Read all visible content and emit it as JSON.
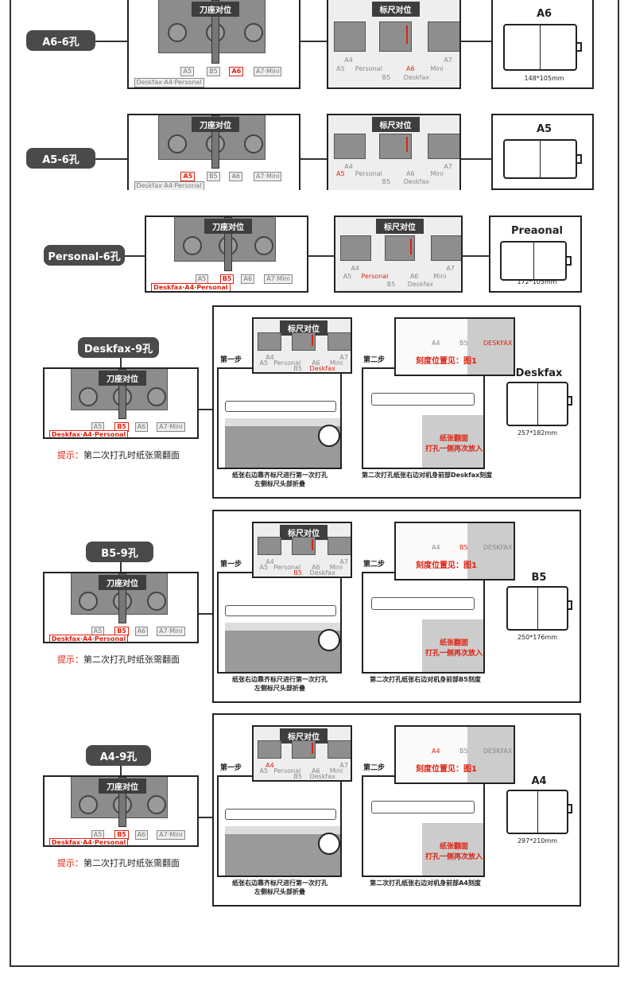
{
  "common": {
    "blade_header": "刀座对位",
    "ruler_header": "标尺对位",
    "blade_sizes": [
      "A5",
      "B5",
      "A6",
      "A7·Mini"
    ],
    "blade_sizes2": "Deskfax·A4·Personal",
    "ruler_labels": [
      "A4",
      "A5",
      "Personal",
      "B5",
      "A6",
      "Deskfax",
      "Mini",
      "A7"
    ],
    "step1": "第一步",
    "step2": "第二步",
    "zoom_labels": [
      "A4",
      "B5",
      "DESKFAX"
    ],
    "zoom_note": "刻度位置见：图1",
    "paper_text": [
      "纸张翻面",
      "打孔一侧再次放入"
    ],
    "caption1": [
      "纸张右边靠齐标尺进行第一次打孔",
      "左侧标尺头部折叠"
    ],
    "tip_label": "提示：",
    "tip_text": "第二次打孔时纸张需翻面"
  },
  "sections": [
    {
      "label": "A6-6孔",
      "blade_hl": "A6",
      "blade_hl2": false,
      "ruler_hl": "A6",
      "card_title": "A6",
      "card_dims": "148*105mm"
    },
    {
      "label": "A5-6孔",
      "blade_hl": "A5",
      "blade_hl2": false,
      "ruler_hl": "A5",
      "card_title": "A5",
      "card_dims": ""
    },
    {
      "label": "Personal-6孔",
      "blade_hl": "B5",
      "blade_hl2": true,
      "ruler_hl": "Personal",
      "card_title": "Preaonal",
      "card_dims": "172*105mm"
    },
    {
      "label": "Deskfax-9孔",
      "blade_hl": "B5",
      "blade_hl2": true,
      "ruler_hl": "Deskfax",
      "zoom_hl": "DESKFAX",
      "card_title": "Deskfax",
      "card_dims": "257*182mm",
      "caption2": "第二次打孔纸张右边对机身前部Deskfax刻度"
    },
    {
      "label": "B5-9孔",
      "blade_hl": "B5",
      "blade_hl2": true,
      "ruler_hl": "B5",
      "zoom_hl": "B5",
      "card_title": "B5",
      "card_dims": "250*176mm",
      "caption2": "第二次打孔纸张右边对机身前部B5刻度"
    },
    {
      "label": "A4-9孔",
      "blade_hl": "B5",
      "blade_hl2": true,
      "ruler_hl": "A4",
      "zoom_hl": "A4",
      "card_title": "A4",
      "card_dims": "297*210mm",
      "caption2": "第二次打孔纸张右边对机身前部A4刻度"
    }
  ]
}
